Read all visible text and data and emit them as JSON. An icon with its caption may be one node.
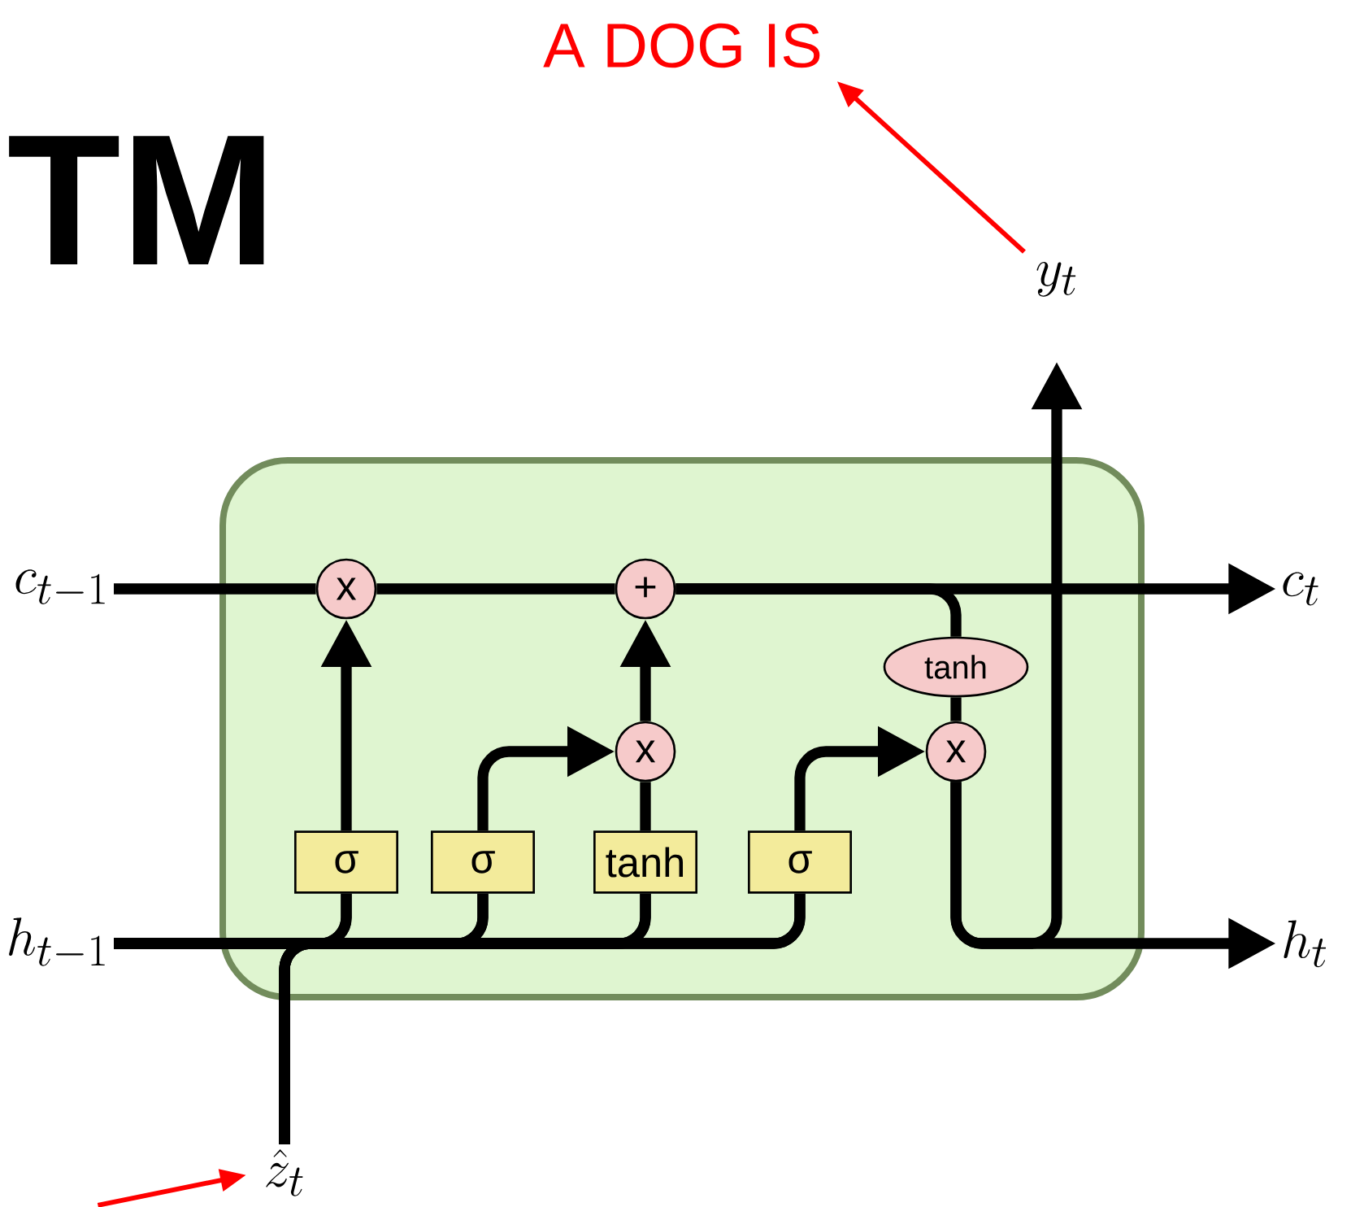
{
  "diagram": {
    "title": "TM",
    "nodes": [
      {
        "text": [],
        "shape": "box"
      },
      {
        "text": [
          "c_{t-1}"
        ]
      },
      {
        "text": [
          "h_{t-1}"
        ]
      },
      {
        "text": [
          "\\hat{z}_t"
        ]
      },
      {
        "text": [
          "c_t"
        ]
      },
      {
        "text": [
          "h_t"
        ]
      },
      {
        "text": [
          "y_t"
        ]
      },
      {
        "text": [
          "A   DOG   IS"
        ]
      },
      {
        "text": [
          "σ"
        ],
        "in": 0
      },
      {
        "text": [
          "σ"
        ],
        "in": 0
      },
      {
        "text": [
          "tanh"
        ],
        "in": 0
      },
      {
        "text": [
          "σ"
        ],
        "in": 0
      },
      {
        "text": [
          "x"
        ],
        "in": 0
      },
      {
        "text": [
          "+"
        ],
        "in": 0
      },
      {
        "text": [
          "x"
        ],
        "in": 0
      },
      {
        "text": [
          "tanh"
        ],
        "in": 0
      },
      {
        "text": [
          "x"
        ],
        "in": 0
      }
    ],
    "edges": [
      {
        "from": 1,
        "to": 12,
        "arrow": "none"
      },
      {
        "from": 12,
        "to": 13,
        "arrow": "none"
      },
      {
        "from": 13,
        "to": 4,
        "arrow": "to"
      },
      {
        "from": 13,
        "to": 15,
        "arrow": "none"
      },
      {
        "from": 2,
        "to": 8,
        "arrow": "none"
      },
      {
        "from": 2,
        "to": 9,
        "arrow": "none"
      },
      {
        "from": 2,
        "to": 10,
        "arrow": "none"
      },
      {
        "from": 2,
        "to": 11,
        "arrow": "none"
      },
      {
        "from": 3,
        "to": 8,
        "arrow": "none"
      },
      {
        "from": 3,
        "to": 9,
        "arrow": "none"
      },
      {
        "from": 3,
        "to": 10,
        "arrow": "none"
      },
      {
        "from": 3,
        "to": 11,
        "arrow": "none"
      },
      {
        "from": 8,
        "to": 12,
        "arrow": "to"
      },
      {
        "from": 9,
        "to": 14,
        "arrow": "to"
      },
      {
        "from": 10,
        "to": 14,
        "arrow": "none"
      },
      {
        "from": 14,
        "to": 13,
        "arrow": "to"
      },
      {
        "from": 11,
        "to": 16,
        "arrow": "to"
      },
      {
        "from": 15,
        "to": 16,
        "arrow": "none"
      },
      {
        "from": 16,
        "to": 5,
        "arrow": "to"
      },
      {
        "from": 16,
        "to": 6,
        "arrow": "to"
      },
      {
        "from": 6,
        "to": 7,
        "arrow": "to",
        "color": "#ff0000"
      },
      {
        "from": null,
        "to": 3,
        "arrow": "to",
        "color": "#ff0000"
      }
    ]
  }
}
